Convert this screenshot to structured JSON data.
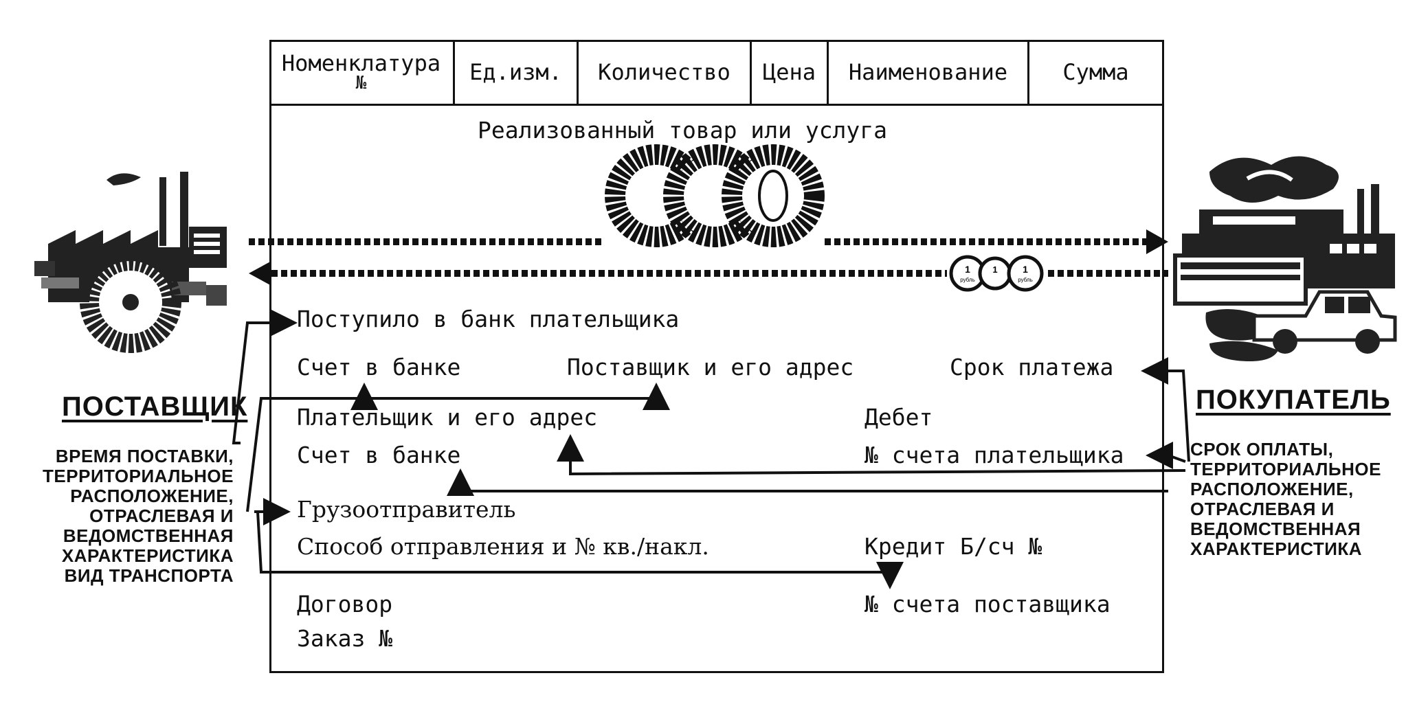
{
  "header": {
    "columns": [
      "Номенклатура",
      "Ед.изм.",
      "Количество",
      "Цена",
      "Наименование",
      "Сумма"
    ],
    "col1_sub": "№"
  },
  "product_label": "Реализованный товар или услуга",
  "coin_label": "1",
  "coin_sub": "рубль",
  "fields": {
    "received": "Поступило в банк плательщика",
    "account_supplier": "Счет в банке",
    "supplier_address": "Поставщик и его адрес",
    "payment_term": "Срок платежа",
    "payer_address": "Плательщик и его адрес",
    "debit": "Дебет",
    "account_payer": "Счет в банке",
    "payer_account_no": "№ счета плательщика",
    "shipper": "Грузоотправитель",
    "shipment_method": "Способ отправления и № кв./накл.",
    "credit": "Кредит Б/сч №",
    "contract": "Договор",
    "supplier_account_no": "№ счета поставщика",
    "order": "Заказ №"
  },
  "supplier": {
    "title": "ПОСТАВЩИК",
    "lines": [
      "ВРЕМЯ ПОСТАВКИ,",
      "ТЕРРИТОРИАЛЬНОЕ",
      "РАСПОЛОЖЕНИЕ,",
      "ОТРАСЛЕВАЯ И",
      "ВЕДОМСТВЕННАЯ",
      "ХАРАКТЕРИСТИКА",
      "ВИД ТРАНСПОРТА"
    ]
  },
  "buyer": {
    "title": "ПОКУПАТЕЛЬ",
    "lines": [
      "СРОК ОПЛАТЫ,",
      "ТЕРРИТОРИАЛЬНОЕ",
      "РАСПОЛОЖЕНИЕ,",
      "ОТРАСЛЕВАЯ И",
      "ВЕДОМСТВЕННАЯ",
      "ХАРАКТЕРИСТИКА"
    ]
  },
  "icons": [
    "factory-icon",
    "tire-icon",
    "coin-icon",
    "car-icon",
    "smoke-icon"
  ]
}
